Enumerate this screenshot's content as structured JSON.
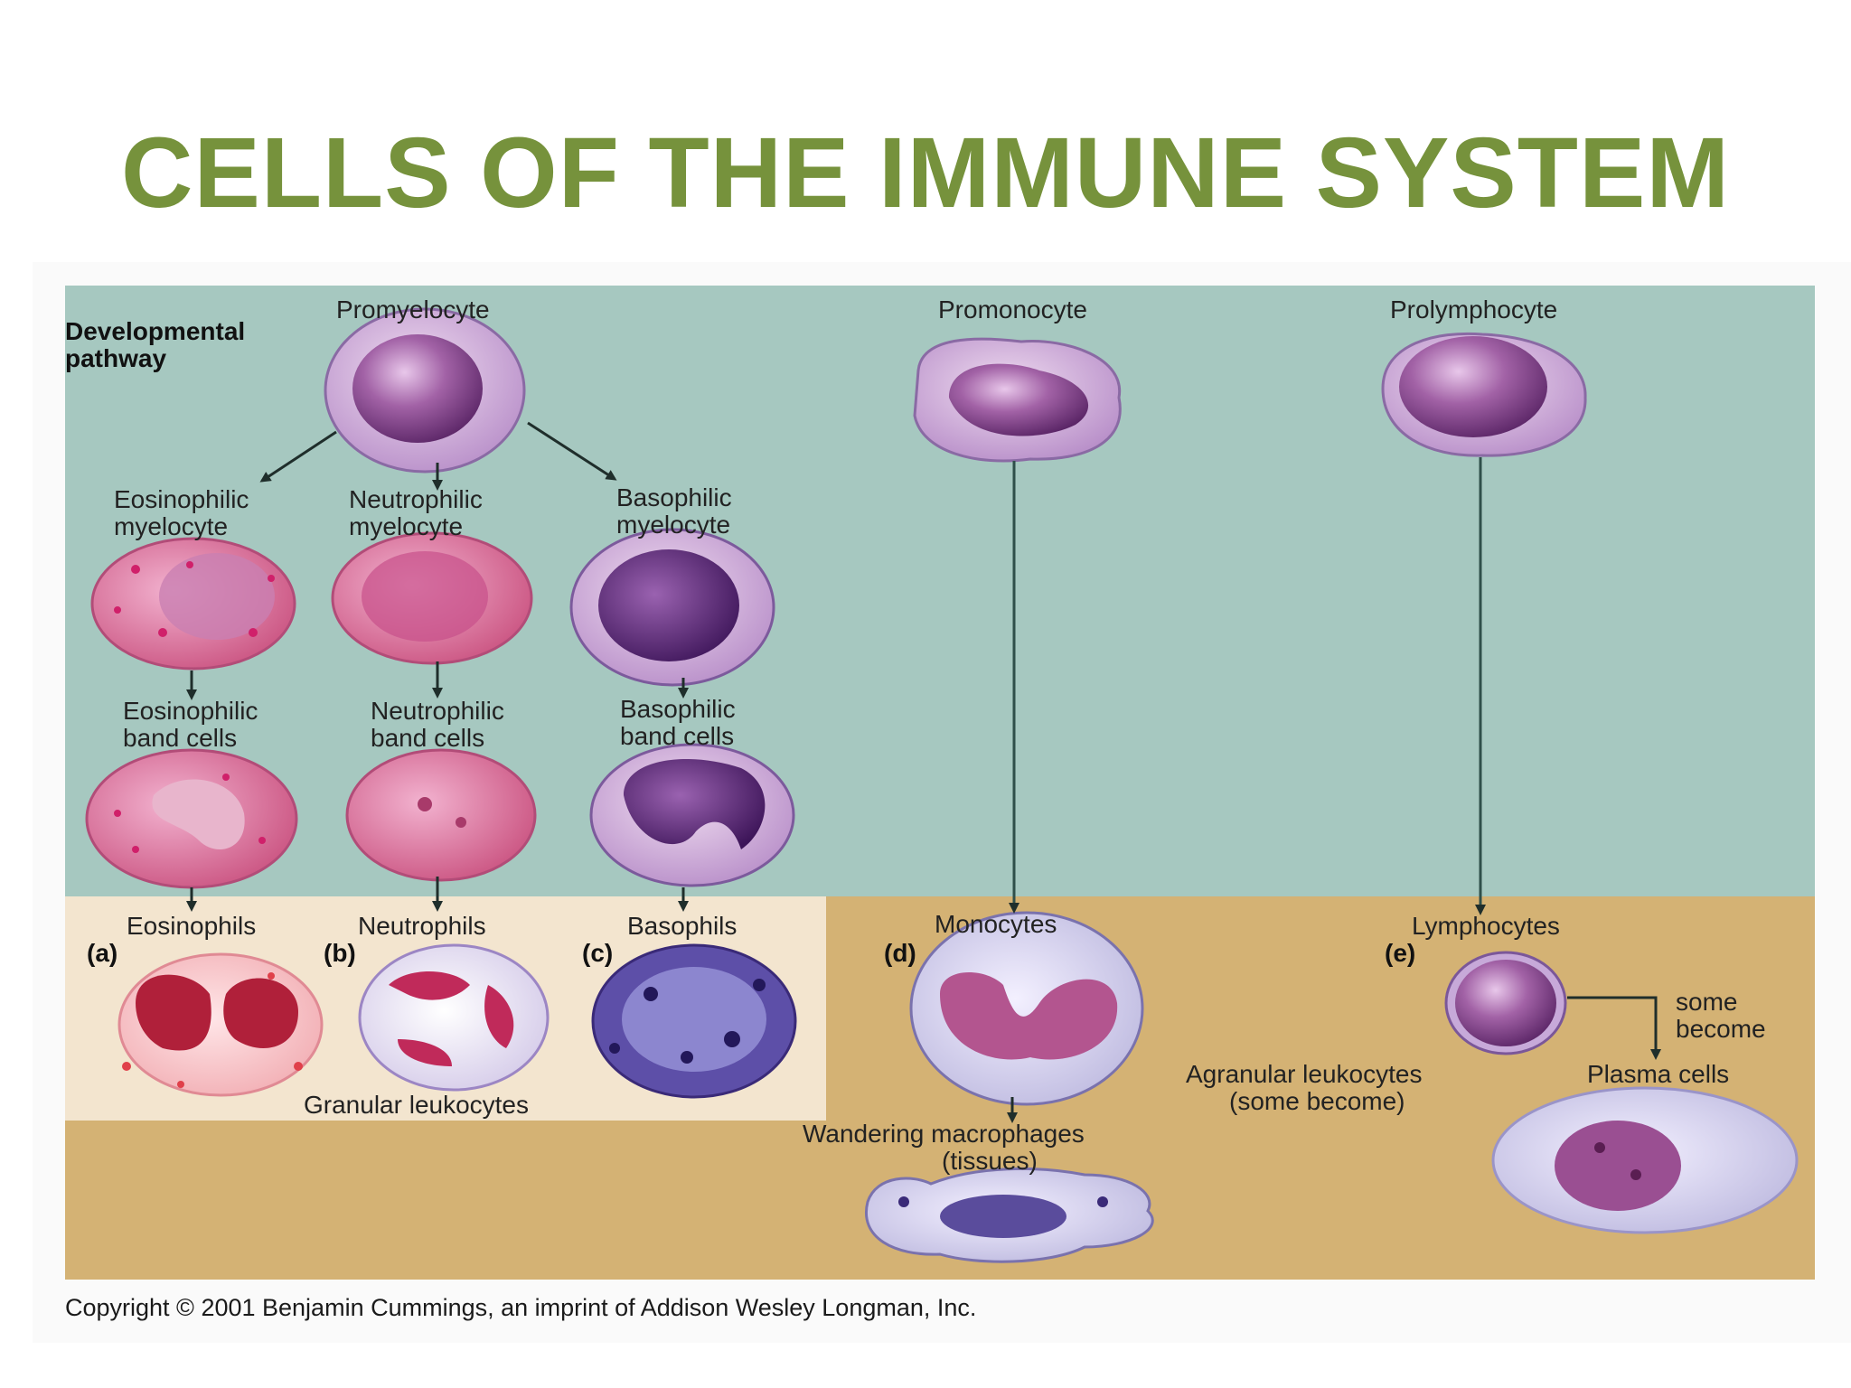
{
  "slide": {
    "title": "CELLS OF THE IMMUNE SYSTEM"
  },
  "diagram": {
    "pathway_label": [
      "Developmental",
      "pathway"
    ],
    "precursors": {
      "promyelocyte": "Promyelocyte",
      "promonocyte": "Promonocyte",
      "prolymphocyte": "Prolymphocyte"
    },
    "myelocytes": {
      "eosinophilic": [
        "Eosinophilic",
        "myelocyte"
      ],
      "neutrophilic": [
        "Neutrophilic",
        "myelocyte"
      ],
      "basophilic": [
        "Basophilic",
        "myelocyte"
      ]
    },
    "band_cells": {
      "eosinophilic": [
        "Eosinophilic",
        "band cells"
      ],
      "neutrophilic": [
        "Neutrophilic",
        "band cells"
      ],
      "basophilic": [
        "Basophilic",
        "band cells"
      ]
    },
    "mature": {
      "eosinophils": "Eosinophils",
      "neutrophils": "Neutrophils",
      "basophils": "Basophils",
      "monocytes": "Monocytes",
      "lymphocytes": "Lymphocytes"
    },
    "markers": {
      "a": "(a)",
      "b": "(b)",
      "c": "(c)",
      "d": "(d)",
      "e": "(e)"
    },
    "groups": {
      "granular": "Granular leukocytes",
      "agranular": [
        "Agranular leukocytes",
        "(some become)"
      ]
    },
    "derived": {
      "macrophages": [
        "Wandering macrophages",
        "(tissues)"
      ],
      "plasma_cells": "Plasma cells",
      "some_become": [
        "some",
        "become"
      ]
    },
    "copyright": "Copyright © 2001 Benjamin Cummings, an imprint of Addison Wesley Longman, Inc.",
    "colors": {
      "title": "#76923c",
      "upper_panel": "#a6c8c0",
      "lower_panel": "#d4b274",
      "granular_box": "#f3e5cf",
      "arrow": "#2f4f4a"
    }
  }
}
